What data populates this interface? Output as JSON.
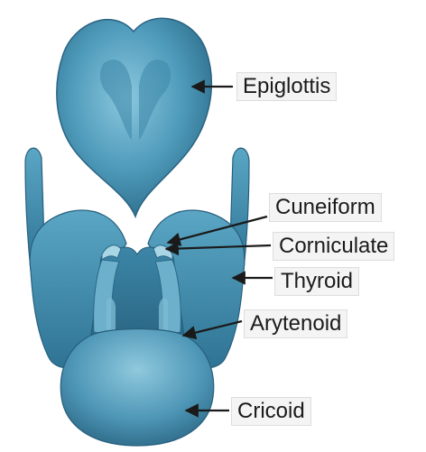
{
  "labels": {
    "epiglottis": "Epiglottis",
    "cuneiform": "Cuneiform",
    "corniculate": "Corniculate",
    "thyroid": "Thyroid",
    "arytenoid": "Arytenoid",
    "cricoid": "Cricoid"
  },
  "colors": {
    "cartilage_light": "#6fb3cf",
    "cartilage_mid": "#4a93b4",
    "cartilage_dark": "#2f6f8f",
    "arrow": "#1a1a1a"
  }
}
